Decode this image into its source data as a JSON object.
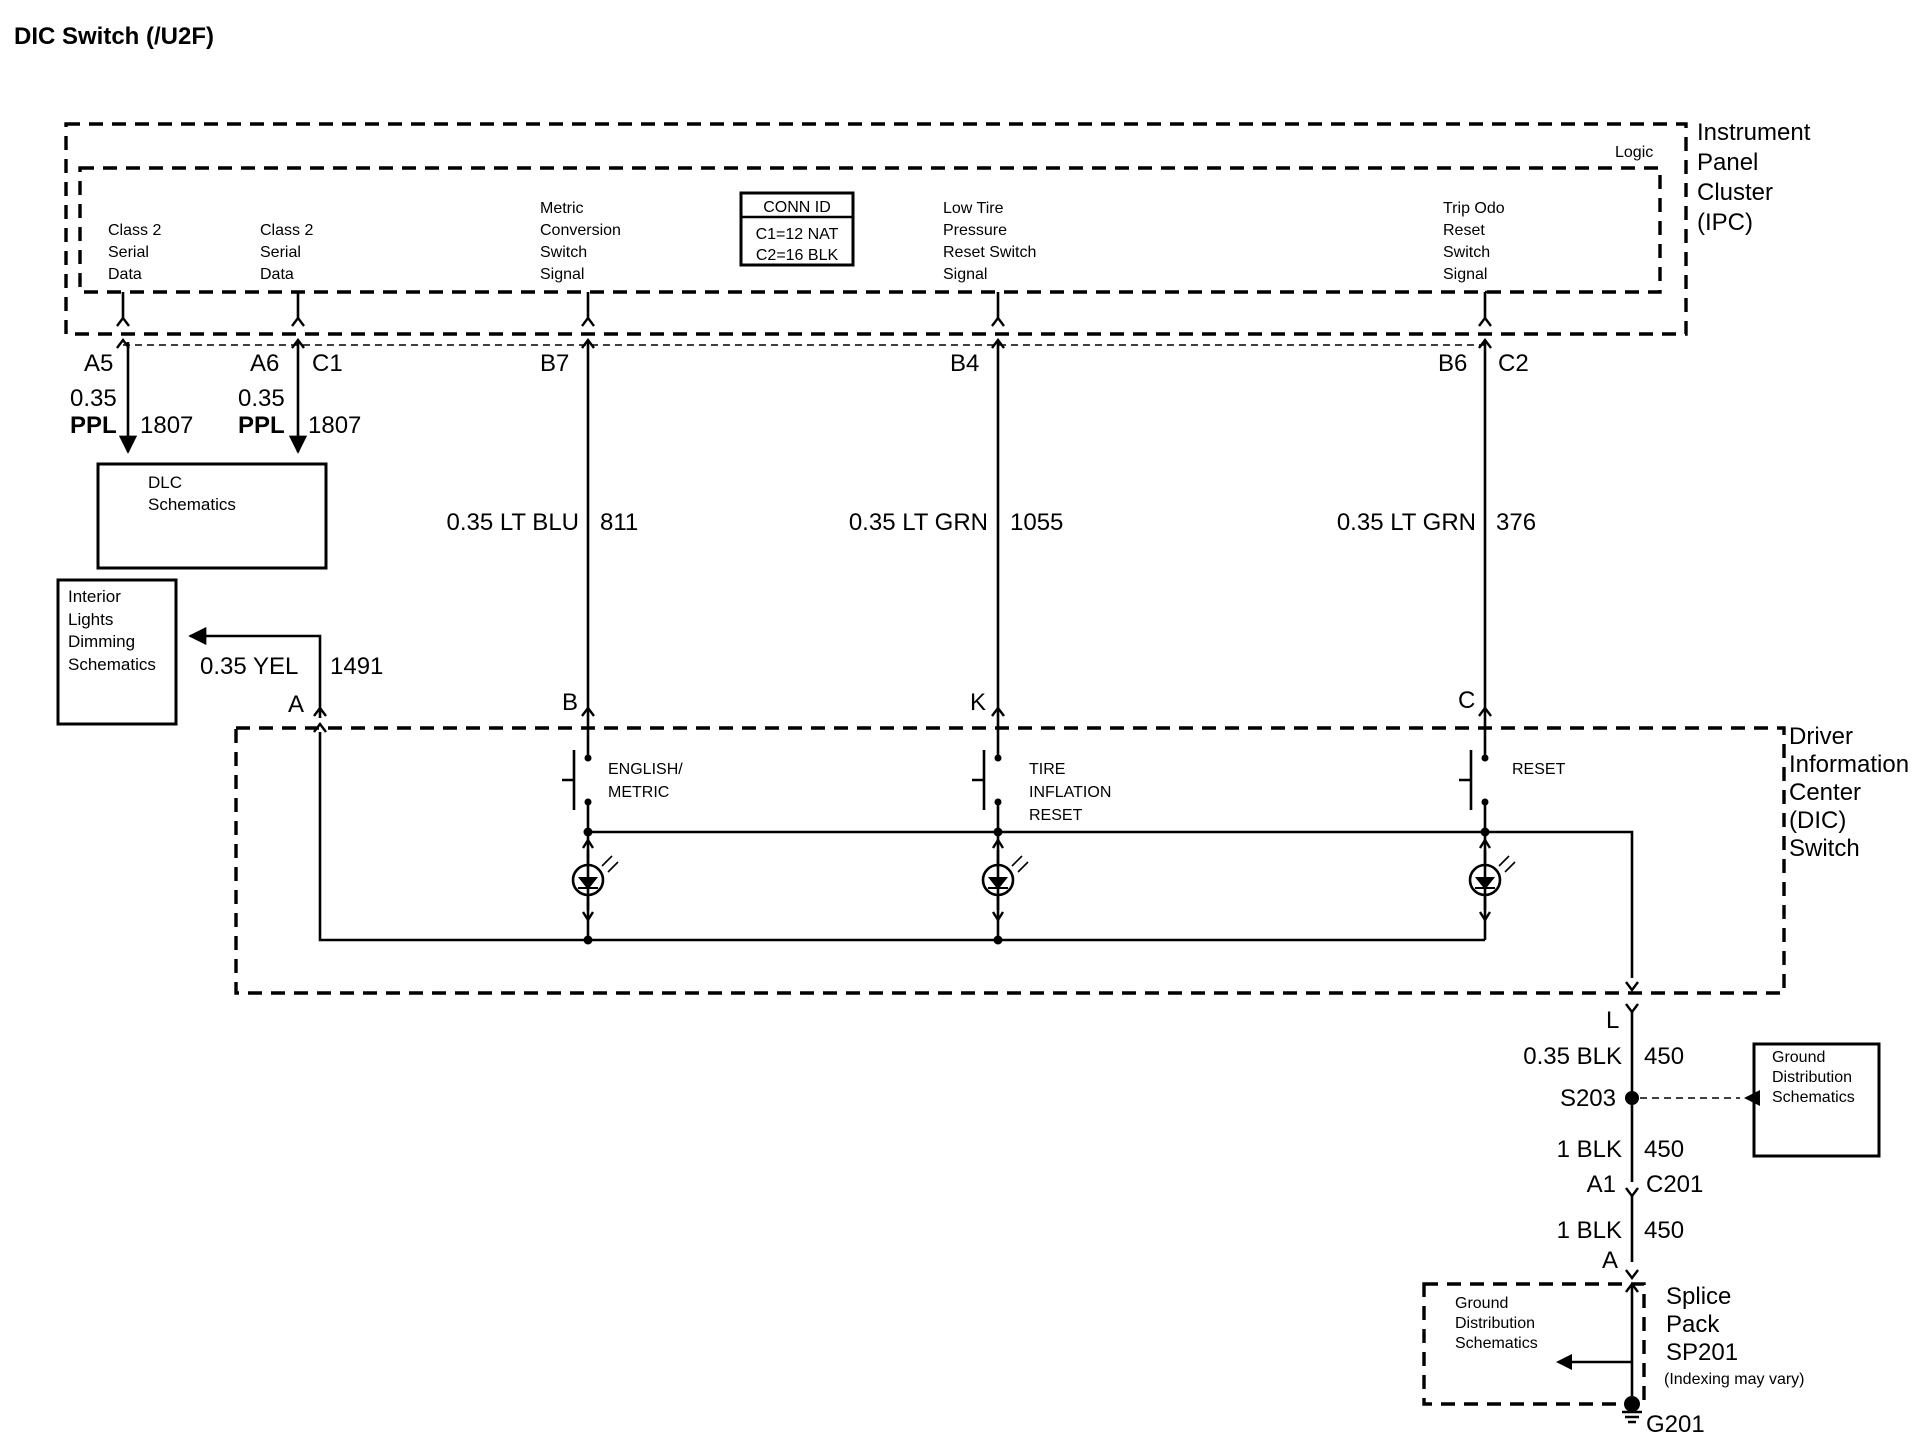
{
  "title": "DIC Switch (/U2F)",
  "ipc": {
    "name_lines": [
      "Instrument",
      "Panel",
      "Cluster",
      "(IPC)"
    ],
    "logic": "Logic",
    "conn_id": {
      "header": "CONN ID",
      "c1": "C1=12 NAT",
      "c2": "C2=16 BLK"
    },
    "signals": {
      "class2_a": [
        "Class 2",
        "Serial",
        "Data"
      ],
      "class2_b": [
        "Class 2",
        "Serial",
        "Data"
      ],
      "metric": [
        "Metric",
        "Conversion",
        "Switch",
        "Signal"
      ],
      "low_tire": [
        "Low Tire",
        "Pressure",
        "Reset Switch",
        "Signal"
      ],
      "trip_odo": [
        "Trip Odo",
        "Reset",
        "Switch",
        "Signal"
      ]
    }
  },
  "upper_pins": {
    "a5": "A5",
    "a6": "A6",
    "c1": "C1",
    "b7": "B7",
    "b4": "B4",
    "b6": "B6",
    "c2": "C2"
  },
  "upper_wires": {
    "w_a5_size": "0.35",
    "w_a5_color": "PPL",
    "w_a5_circuit": "1807",
    "w_a6_size": "0.35",
    "w_a6_color": "PPL",
    "w_a6_circuit": "1807",
    "w_b7": "0.35 LT BLU",
    "w_b7_circuit": "811",
    "w_b4": "0.35 LT GRN",
    "w_b4_circuit": "1055",
    "w_b6": "0.35 LT GRN",
    "w_b6_circuit": "376"
  },
  "dlc_box": [
    "DLC",
    "Schematics"
  ],
  "interior_box": [
    "Interior",
    "Lights",
    "Dimming",
    "Schematics"
  ],
  "yel_wire": {
    "spec": "0.35 YEL",
    "circuit": "1491"
  },
  "dic": {
    "name_lines": [
      "Driver",
      "Information",
      "Center",
      "(DIC)",
      "Switch"
    ],
    "pins": {
      "a": "A",
      "b": "B",
      "k": "K",
      "c": "C",
      "l": "L"
    },
    "switches": {
      "english": [
        "ENGLISH/",
        "METRIC"
      ],
      "tire": [
        "TIRE",
        "INFLATION",
        "RESET"
      ],
      "reset": [
        "RESET"
      ]
    }
  },
  "ground": {
    "w1_spec": "0.35 BLK",
    "w1_circuit": "450",
    "splice": "S203",
    "w2_spec": "1 BLK",
    "w2_circuit": "450",
    "conn_pin": "A1",
    "conn": "C201",
    "w3_spec": "1 BLK",
    "w3_circuit": "450",
    "pin_a": "A",
    "gd_box": [
      "Ground",
      "Distribution",
      "Schematics"
    ],
    "gd_box2": [
      "Ground",
      "Distribution",
      "Schematics"
    ],
    "splice_pack": [
      "Splice",
      "Pack",
      "SP201"
    ],
    "indexing": "(Indexing may vary)",
    "g201": "G201"
  }
}
